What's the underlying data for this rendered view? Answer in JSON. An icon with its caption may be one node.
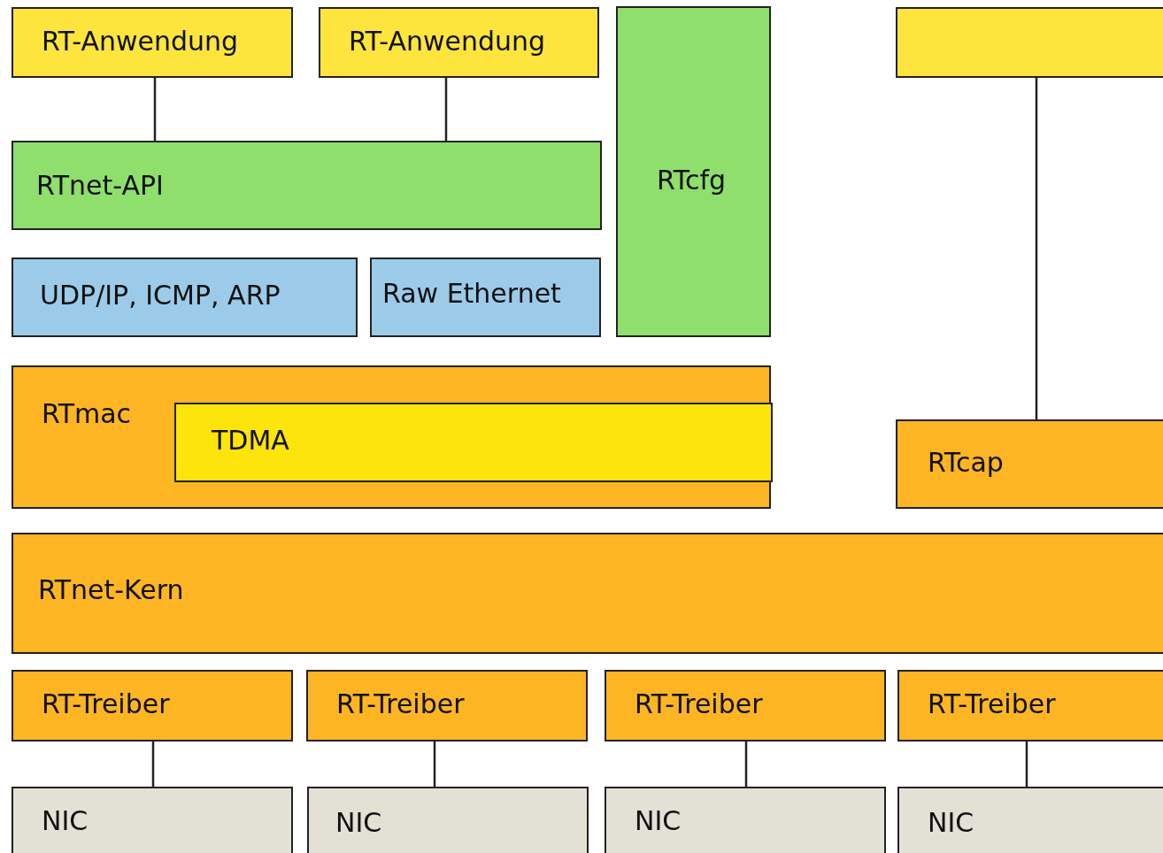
{
  "diagram": {
    "nodes": [
      {
        "text": [
          "RT-Anwendung"
        ]
      },
      {
        "text": [
          "RT-Anwendung"
        ]
      },
      {
        "text": [
          "RTcfg"
        ]
      },
      {
        "text": [],
        "shape": "box"
      },
      {
        "text": [
          "RTnet-API"
        ]
      },
      {
        "text": [
          "UDP/IP, ICMP, ARP"
        ]
      },
      {
        "text": [
          "Raw Ethernet"
        ]
      },
      {
        "text": [
          "RTmac"
        ]
      },
      {
        "text": [
          "TDMA"
        ],
        "in": 7
      },
      {
        "text": [
          "RTcap"
        ]
      },
      {
        "text": [
          "RTnet-Kern"
        ]
      },
      {
        "text": [
          "RT-Treiber"
        ]
      },
      {
        "text": [
          "RT-Treiber"
        ]
      },
      {
        "text": [
          "RT-Treiber"
        ]
      },
      {
        "text": [
          "RT-Treiber"
        ]
      },
      {
        "text": [
          "NIC"
        ]
      },
      {
        "text": [
          "NIC"
        ]
      },
      {
        "text": [
          "NIC"
        ]
      },
      {
        "text": [
          "NIC"
        ]
      }
    ],
    "edges": [
      {
        "from": 0,
        "to": 4,
        "arrow": "none"
      },
      {
        "from": 1,
        "to": 4,
        "arrow": "none"
      },
      {
        "from": 3,
        "to": 9,
        "arrow": "none"
      },
      {
        "from": 11,
        "to": 15,
        "arrow": "none"
      },
      {
        "from": 12,
        "to": 16,
        "arrow": "none"
      },
      {
        "from": 13,
        "to": 17,
        "arrow": "none"
      },
      {
        "from": 14,
        "to": 18,
        "arrow": "none"
      }
    ]
  }
}
